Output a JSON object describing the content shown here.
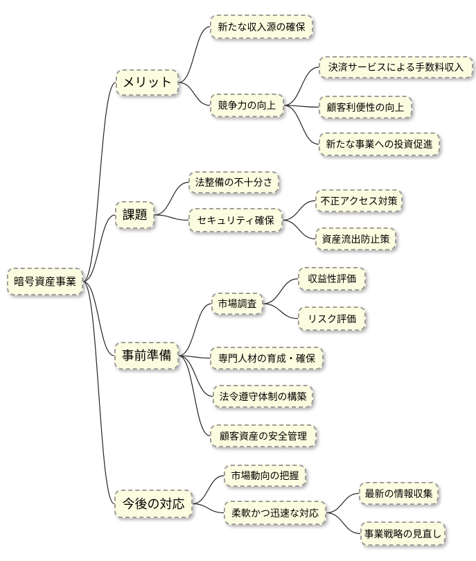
{
  "diagram": {
    "type": "mindmap",
    "root_label": "暗号資産事業",
    "colors": {
      "background": "#FFFFFF",
      "node_fill": "#FCFCE0",
      "node_border": "#9E9E9E",
      "edge_line": "#222222",
      "text": "#000000"
    },
    "nodes": [
      {
        "id": "root",
        "label": "暗号資産事業",
        "parent": null,
        "level": 0
      },
      {
        "id": "merit",
        "label": "メリット",
        "parent": "root",
        "level": 1
      },
      {
        "id": "merit-income",
        "label": "新たな収入源の確保",
        "parent": "merit",
        "level": 2
      },
      {
        "id": "merit-competitive",
        "label": "競争力の向上",
        "parent": "merit",
        "level": 2
      },
      {
        "id": "fee-income",
        "label": "決済サービスによる手数料収入",
        "parent": "merit-competitive",
        "level": 3
      },
      {
        "id": "customer-convenience",
        "label": "顧客利便性の向上",
        "parent": "merit-competitive",
        "level": 3
      },
      {
        "id": "investment",
        "label": "新たな事業への投資促進",
        "parent": "merit-competitive",
        "level": 3
      },
      {
        "id": "issues",
        "label": "課題",
        "parent": "root",
        "level": 1
      },
      {
        "id": "legal-insufficiency",
        "label": "法整備の不十分さ",
        "parent": "issues",
        "level": 2
      },
      {
        "id": "security",
        "label": "セキュリティ確保",
        "parent": "issues",
        "level": 2
      },
      {
        "id": "unauthorized-access",
        "label": "不正アクセス対策",
        "parent": "security",
        "level": 3
      },
      {
        "id": "asset-outflow",
        "label": "資産流出防止策",
        "parent": "security",
        "level": 3
      },
      {
        "id": "preparation",
        "label": "事前準備",
        "parent": "root",
        "level": 1
      },
      {
        "id": "market-research",
        "label": "市場調査",
        "parent": "preparation",
        "level": 2
      },
      {
        "id": "profitability",
        "label": "収益性評価",
        "parent": "market-research",
        "level": 3
      },
      {
        "id": "risk",
        "label": "リスク評価",
        "parent": "market-research",
        "level": 3
      },
      {
        "id": "hr",
        "label": "専門人材の育成・確保",
        "parent": "preparation",
        "level": 2
      },
      {
        "id": "compliance",
        "label": "法令遵守体制の構築",
        "parent": "preparation",
        "level": 2
      },
      {
        "id": "asset-management",
        "label": "顧客資産の安全管理",
        "parent": "preparation",
        "level": 2
      },
      {
        "id": "future",
        "label": "今後の対応",
        "parent": "root",
        "level": 1
      },
      {
        "id": "market-trends",
        "label": "市場動向の把握",
        "parent": "future",
        "level": 2
      },
      {
        "id": "flexible-response",
        "label": "柔軟かつ迅速な対応",
        "parent": "future",
        "level": 2
      },
      {
        "id": "info-gathering",
        "label": "最新の情報収集",
        "parent": "flexible-response",
        "level": 3
      },
      {
        "id": "strategy-review",
        "label": "事業戦略の見直し",
        "parent": "flexible-response",
        "level": 3
      }
    ]
  }
}
